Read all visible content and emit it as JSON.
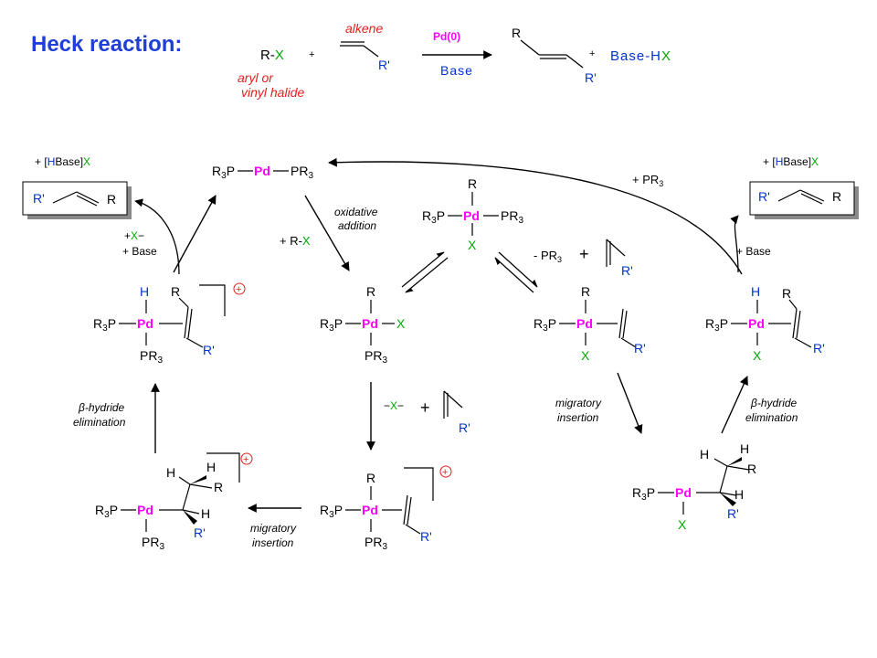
{
  "title": "Heck reaction:",
  "overall": {
    "rx": "R-X",
    "plus": "+",
    "alkene_label": "alkene",
    "halide_label_1": "aryl or",
    "halide_label_2": "vinyl halide",
    "catalyst": "Pd(0)",
    "base": "Base",
    "base_hx_base": "Base-H",
    "x": "X",
    "r": "R",
    "rprime": "R'"
  },
  "text": {
    "pd": "Pd",
    "r3p": "R3P",
    "pr3": "PR3",
    "x": "X",
    "h": "H",
    "r": "R",
    "rprime": "R'",
    "plus": "+",
    "oxidative_1": "oxidative",
    "oxidative_2": "addition",
    "plus_rx": "+ R-X",
    "plus_pr3": "+ PR3",
    "minus_pr3": "- PR3",
    "plus_base": "+ Base",
    "plus_xminus": "+X−",
    "minus_xminus": "−X−",
    "hbase_prefix": "+ [",
    "hbase_h": "H",
    "hbase_mid": "Base]",
    "hbase_x": "X",
    "beta_1": "β-hydride",
    "beta_2": "elimination",
    "mig_1": "migratory",
    "mig_2": "insertion",
    "cation": "+"
  },
  "colors": {
    "pd": "#ff00ff",
    "x": "#00a800",
    "h_rprime": "#0033cc",
    "annotation_red": "#e02020",
    "title": "#1f3fd6"
  }
}
